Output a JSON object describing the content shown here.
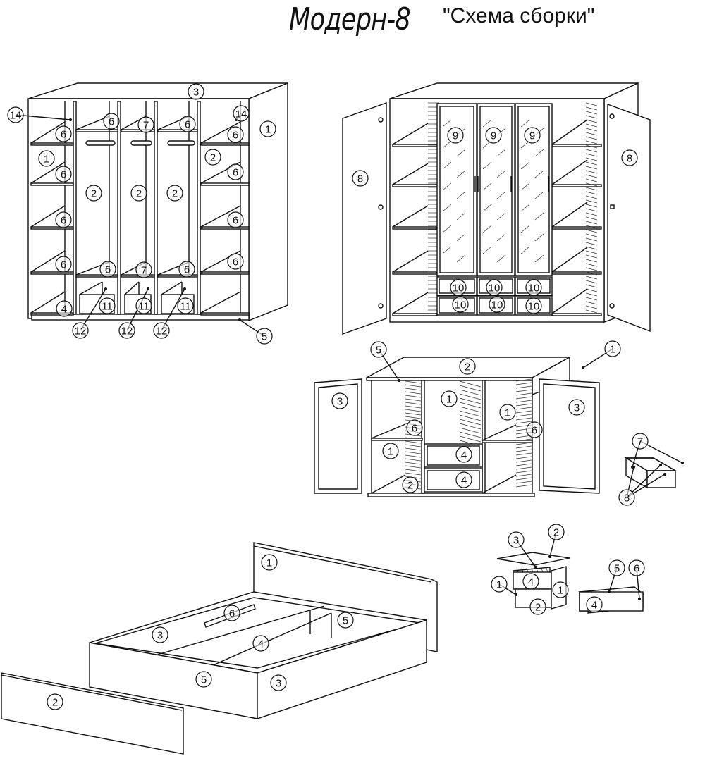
{
  "header": {
    "title": "Модерн-8",
    "subtitle": "\"Схема сборки\""
  },
  "wardrobe_open": {
    "callouts": [
      "3",
      "14",
      "14",
      "1",
      "6",
      "6",
      "7",
      "6",
      "6",
      "1",
      "2",
      "6",
      "6",
      "2",
      "2",
      "2",
      "6",
      "6",
      "6",
      "6",
      "6",
      "7",
      "6",
      "4",
      "11",
      "11",
      "11",
      "12",
      "12",
      "12",
      "5"
    ]
  },
  "wardrobe_doors": {
    "callouts": [
      "9",
      "9",
      "9",
      "8",
      "8",
      "10",
      "10",
      "10",
      "10",
      "10",
      "10"
    ]
  },
  "cabinet": {
    "callouts": [
      "5",
      "2",
      "1",
      "3",
      "1",
      "1",
      "3",
      "6",
      "6",
      "1",
      "4",
      "4",
      "2",
      "7",
      "8"
    ]
  },
  "nightstand": {
    "callouts": [
      "3",
      "2",
      "1",
      "4",
      "1",
      "2",
      "5",
      "6",
      "4"
    ]
  },
  "bed": {
    "callouts": [
      "1",
      "6",
      "5",
      "3",
      "4",
      "5",
      "3",
      "2"
    ]
  }
}
